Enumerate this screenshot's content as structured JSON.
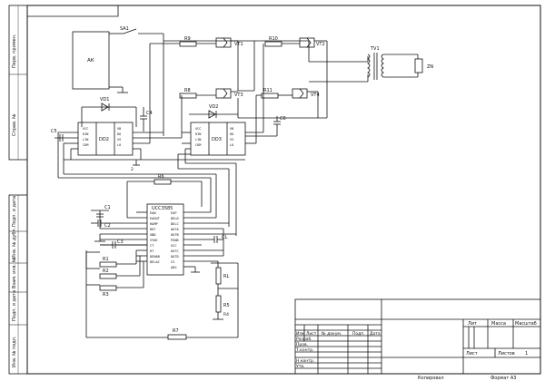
{
  "frame": {
    "side_labels": [
      "Перв. примен.",
      "Справ. №",
      "Подп. и дата",
      "Инв. № дубл.",
      "Взам. инв. №",
      "Подп. и дата",
      "Инв. № подл."
    ]
  },
  "components": {
    "ak": "АК",
    "sa1": "SA1",
    "r6": "R6",
    "r8": "R8",
    "r9": "R9",
    "r10": "R10",
    "r11": "R11",
    "vt1": "VT1",
    "vt2": "VT2",
    "vt3": "VT3",
    "vt4": "VT4",
    "tv1": "TV1",
    "zn": "ZN",
    "vd1": "VD1",
    "vd2": "VD2",
    "c4": "C4",
    "c5": "C5",
    "c6": "C6",
    "dd2": "DD2",
    "dd3": "DD3",
    "dd1": "UCC3585",
    "c1": "C1",
    "c2": "C2",
    "c3": "C3",
    "r1": "R1",
    "r2": "R2",
    "r3": "R3",
    "r4": "R4",
    "r5": "R5",
    "r7": "R7",
    "rl": "RL",
    "cl": "CL",
    "gnd_small": "2"
  },
  "dd2_pins": [
    "VCC",
    "HIN",
    "LIN",
    "COM",
    "VB",
    "HO",
    "VS",
    "LO"
  ],
  "dd3_pins": [
    "VCC",
    "HIN",
    "LIN",
    "COM",
    "VB",
    "HO",
    "VS",
    "LO"
  ],
  "dd1_left": [
    "EAN",
    "EAOUT",
    "RAMP",
    "REF",
    "GND",
    "SYNC",
    "CT",
    "RT",
    "DENAB",
    "DELAC"
  ],
  "dd1_right": [
    "EAP",
    "DELD",
    "DELC",
    "OUTA",
    "OUTB",
    "PGND",
    "VCC",
    "OUTC",
    "OUTD",
    "CS",
    "ADS"
  ],
  "title_block": {
    "col_headers": [
      "Изм",
      "Лист",
      "№ докум.",
      "Подп.",
      "Дата"
    ],
    "row_labels": [
      "Разраб.",
      "Пров.",
      "Т.контр.",
      "Н.контр.",
      "Утв."
    ],
    "right_headers": [
      "Лит",
      "Масса",
      "Масштаб"
    ],
    "sheet_label": "Лист",
    "sheets_label": "Листов",
    "sheets_value": "1",
    "copied": "Копировал",
    "format": "Формат A3"
  }
}
